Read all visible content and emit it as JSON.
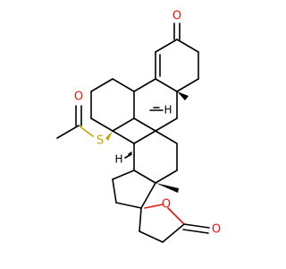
{
  "colors": {
    "bond": "#000000",
    "oxygen": "#e8160c",
    "sulfur": "#c8a400"
  },
  "atoms": {
    "ketone_o": "O",
    "thioester_o": "O",
    "sulfur": "S",
    "ring_o": "O",
    "lactone_carbonyl_o": "O"
  },
  "stereo_h": {
    "h8": "H",
    "h9": "H"
  }
}
